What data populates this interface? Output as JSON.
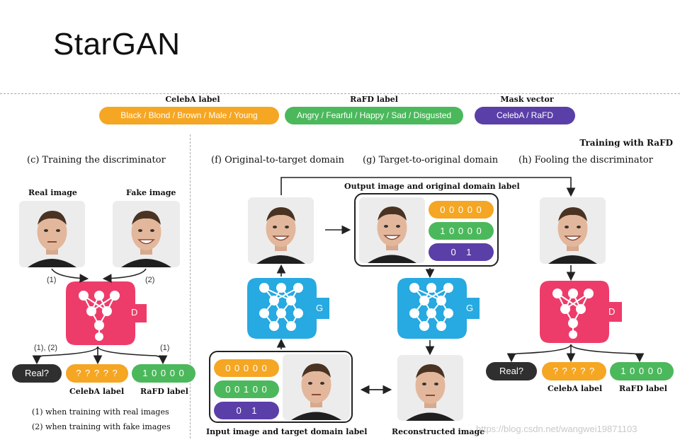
{
  "slide": {
    "title": "StarGAN"
  },
  "legend": {
    "celeba": {
      "label": "CelebA label",
      "value": "Black / Blond / Brown / Male / Young",
      "color": "#f5a623"
    },
    "rafd": {
      "label": "RaFD label",
      "value": "Angry / Fearful / Happy / Sad / Disgusted",
      "color": "#4cb85c"
    },
    "mask": {
      "label": "Mask vector",
      "value": "CelebA / RaFD",
      "color": "#5b3fa8"
    }
  },
  "colors": {
    "discriminator": "#ee3c6a",
    "generator": "#27a9e1",
    "real_pill": "#2f2f2f"
  },
  "section_title": "Training with RaFD",
  "panel_c": {
    "heading": "(c) Training the discriminator",
    "real_image": "Real image",
    "fake_image": "Fake image",
    "mark1": "(1)",
    "mark2": "(2)",
    "net_label": "D",
    "out_mark12": "(1), (2)",
    "out_mark1": "(1)",
    "real_q": "Real?",
    "celeba_out": "? ? ? ? ?",
    "rafd_out": "1 0 0 0 0",
    "celeba_caption": "CelebA label",
    "rafd_caption": "RaFD label",
    "note1": "(1) when training with real images",
    "note2": "(2) when training with fake images"
  },
  "panel_f": {
    "heading": "(f) Original-to-target domain",
    "net_label": "G",
    "input_celeba": "0 0 0 0 0",
    "input_rafd": "0 0 1 0 0",
    "input_mask": "0    1",
    "input_caption": "Input image and target domain label"
  },
  "panel_g": {
    "heading": "(g) Target-to-original domain",
    "output_caption": "Output image and original domain label",
    "out_celeba": "0 0 0 0 0",
    "out_rafd": "1 0 0 0 0",
    "out_mask": "0    1",
    "net_label": "G",
    "recon_caption": "Reconstructed image"
  },
  "panel_h": {
    "heading": "(h) Fooling the discriminator",
    "net_label": "D",
    "real_q": "Real?",
    "celeba_out": "? ? ? ? ?",
    "rafd_out": "1 0 0 0 0",
    "celeba_caption": "CelebA label",
    "rafd_caption": "RaFD label"
  },
  "watermark": "https://blog.csdn.net/wangwei19871103"
}
